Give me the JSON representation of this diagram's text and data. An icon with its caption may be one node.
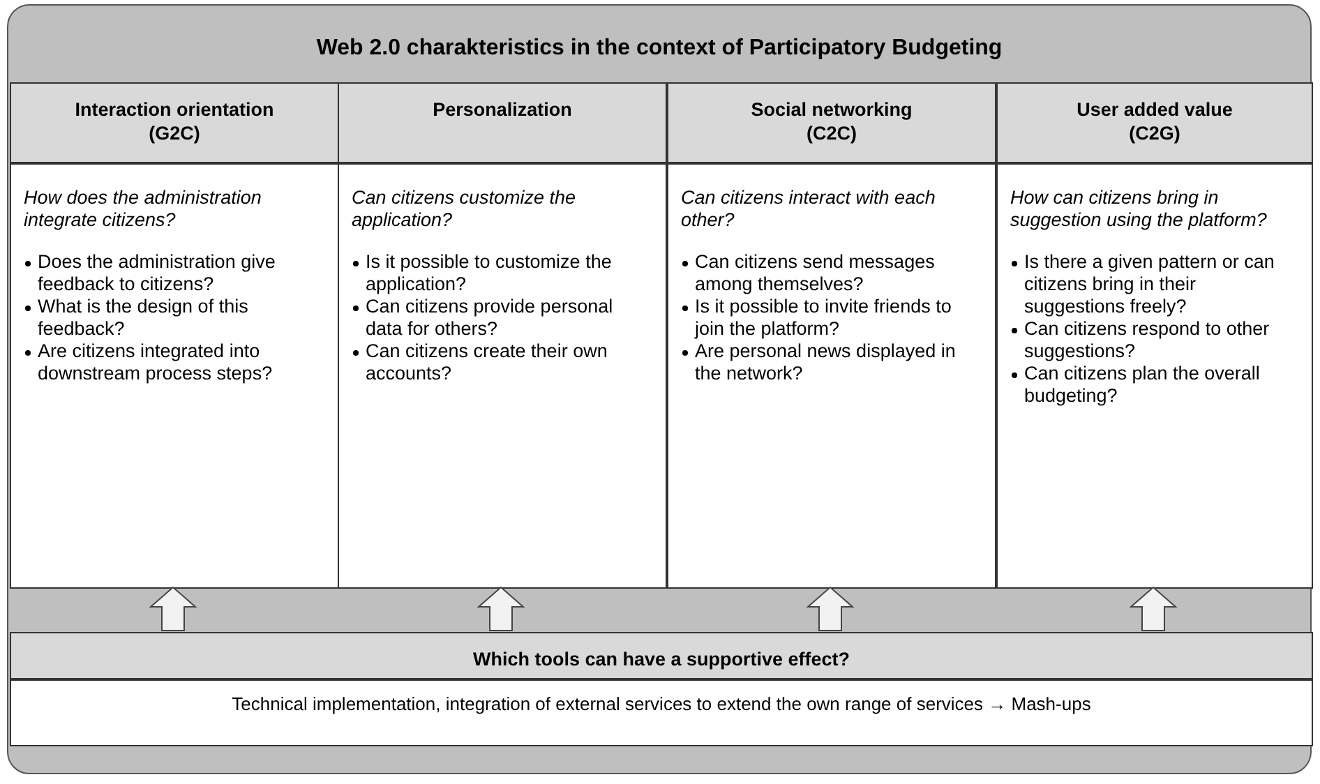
{
  "diagram": {
    "nodes": [
      {
        "text": [
          "Web 2.0 charakteristics in the context of Participatory Budgeting"
        ]
      },
      {
        "text": [
          "Interaction orientation",
          "(G2C)"
        ],
        "in": 0
      },
      {
        "text": [
          "How does the administration integrate citizens?",
          "Does the administration give feedback to citizens?",
          "What is the design of this feedback?",
          "Are citizens integrated into downstream process steps?"
        ],
        "in": 0
      },
      {
        "text": [
          "Personalization"
        ],
        "in": 0
      },
      {
        "text": [
          "Can citizens customize the application?",
          "Is it possible to customize the application?",
          "Can citizens provide personal data for others?",
          "Can citizens create their own accounts?"
        ],
        "in": 0
      },
      {
        "text": [
          "Social networking",
          "(C2C)"
        ],
        "in": 0
      },
      {
        "text": [
          "Can citizens interact with each other?",
          "Can citizens send messages among themselves?",
          "Is it possible to invite friends to join the platform?",
          "Are personal news displayed in the network?"
        ],
        "in": 0
      },
      {
        "text": [
          "User added value",
          "(C2G)"
        ],
        "in": 0
      },
      {
        "text": [
          "How can citizens bring in suggestion using the platform?",
          "Is there a given pattern or can citizens bring in their suggestions freely?",
          "Can citizens respond to other suggestions?",
          "Can citizens plan the overall budgeting?"
        ],
        "in": 0
      },
      {
        "text": [
          "Which tools can have a supportive effect?"
        ],
        "in": 0
      },
      {
        "text": [
          "Technical implementation, integration of external services to extend the own range of services → Mash-ups"
        ],
        "in": 0
      }
    ],
    "edges": [
      {
        "from": 9,
        "to": 2,
        "arrow": "to"
      },
      {
        "from": 9,
        "to": 4,
        "arrow": "to"
      },
      {
        "from": 9,
        "to": 6,
        "arrow": "to"
      },
      {
        "from": 9,
        "to": 8,
        "arrow": "to"
      }
    ]
  }
}
